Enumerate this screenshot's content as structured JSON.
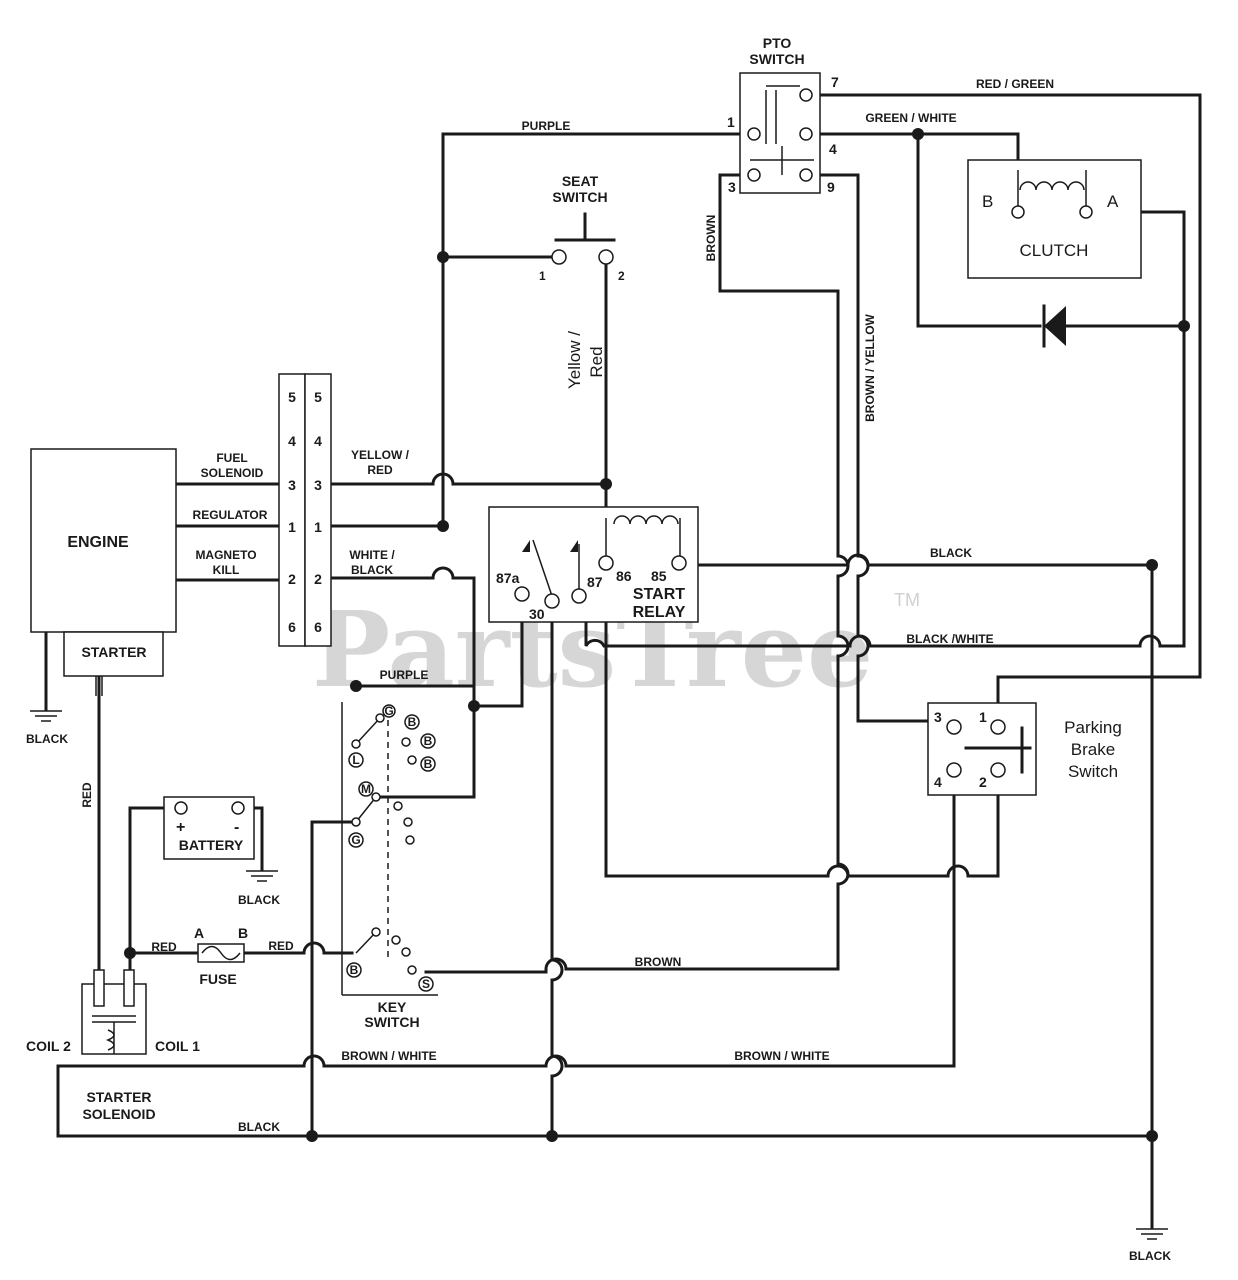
{
  "watermark": {
    "text": "PartsTree",
    "tm": "TM"
  },
  "components": {
    "engine": "ENGINE",
    "starter": "STARTER",
    "pto_switch": [
      "PTO",
      "SWITCH"
    ],
    "seat_switch": [
      "SEAT",
      "SWITCH"
    ],
    "clutch": "CLUTCH",
    "start_relay": [
      "START",
      "RELAY"
    ],
    "battery": "BATTERY",
    "fuse": "FUSE",
    "key_switch": [
      "KEY",
      "SWITCH"
    ],
    "starter_solenoid": [
      "STARTER",
      "SOLENOID"
    ],
    "parking_brake_switch": [
      "Parking",
      "Brake",
      "Switch"
    ]
  },
  "engine_leads": {
    "fuel_solenoid": [
      "FUEL",
      "SOLENOID"
    ],
    "regulator": "REGULATOR",
    "magneto_kill": [
      "MAGNETO",
      "KILL"
    ]
  },
  "connector_pins_left": [
    "5",
    "4",
    "3",
    "1",
    "2",
    "6"
  ],
  "connector_pins_right": [
    "5",
    "4",
    "3",
    "1",
    "2",
    "6"
  ],
  "wire_labels": {
    "purple_top": "PURPLE",
    "purple_key": "PURPLE",
    "red_green": "RED / GREEN",
    "green_white": "GREEN / WHITE",
    "brown_pto": "BROWN",
    "brown_yellow": "BROWN / YELLOW",
    "yellow_red_seat": [
      "Yellow /",
      "Red"
    ],
    "yellow_red_conn": [
      "YELLOW /",
      "RED"
    ],
    "white_black": [
      "WHITE /",
      "BLACK"
    ],
    "black_relay": "BLACK",
    "black_white": "BLACK /WHITE",
    "black_engine_ground": "BLACK",
    "black_battery_ground": "BLACK",
    "black_bottom": "BLACK",
    "black_main_ground": "BLACK",
    "red_solenoid": "RED",
    "red_fuse_in": "RED",
    "red_fuse_out": "RED",
    "brown_key": "BROWN",
    "brown_white_left": "BROWN / WHITE",
    "brown_white_right": "BROWN / WHITE"
  },
  "terminals": {
    "pto": {
      "t7": "7",
      "t1": "1",
      "t4": "4",
      "t3": "3",
      "t9": "9"
    },
    "seat": {
      "t1": "1",
      "t2": "2"
    },
    "clutch": {
      "b": "B",
      "a": "A"
    },
    "relay": {
      "t87a": "87a",
      "t30": "30",
      "t87": "87",
      "t86": "86",
      "t85": "85"
    },
    "battery": {
      "pos": "+",
      "neg": "-"
    },
    "fuse": {
      "a": "A",
      "b": "B"
    },
    "parking": {
      "t3": "3",
      "t1": "1",
      "t4": "4",
      "t2": "2"
    },
    "solenoid": {
      "coil2": "COIL 2",
      "coil1": "COIL 1"
    },
    "key_switch": {
      "g1": "G",
      "b1": "B",
      "b2": "B",
      "b3": "B",
      "l": "L",
      "m": "M",
      "g2": "G",
      "b4": "B",
      "s": "S"
    }
  }
}
